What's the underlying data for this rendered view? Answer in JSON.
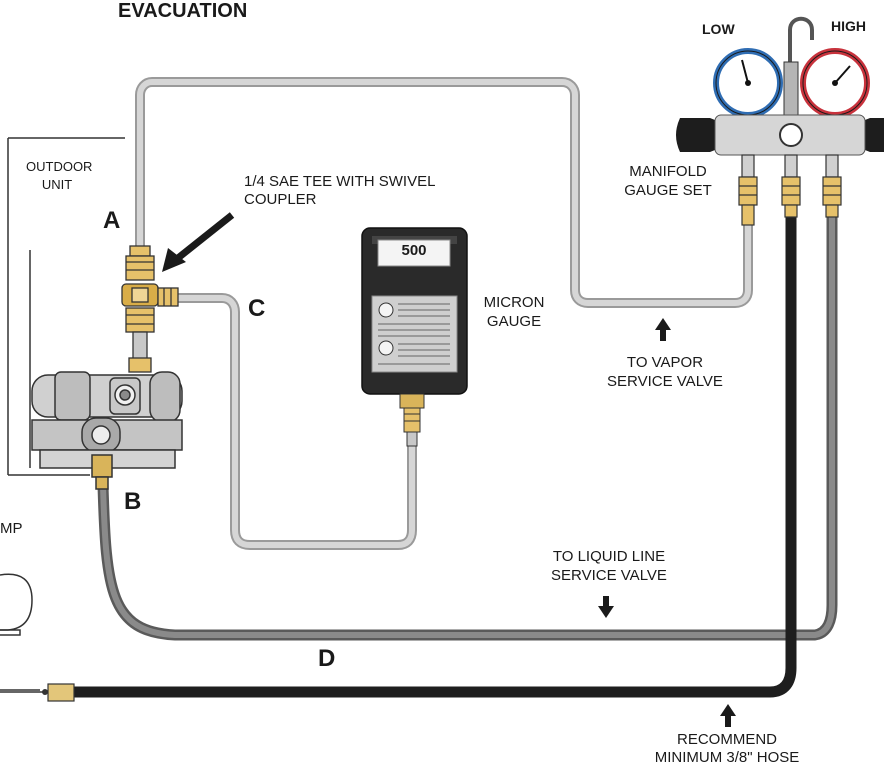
{
  "title": "EVACUATION",
  "outdoor_unit_label": [
    "OUTDOOR",
    "UNIT"
  ],
  "pump_fragment": "MP",
  "tee_label": [
    "1/4 SAE TEE WITH SWIVEL",
    "COUPLER"
  ],
  "point_labels": {
    "a": "A",
    "b": "B",
    "c": "C",
    "d": "D"
  },
  "micron_gauge": {
    "reading": "500",
    "label": [
      "MICRON",
      "GAUGE"
    ]
  },
  "manifold": {
    "low": "LOW",
    "high": "HIGH",
    "label": [
      "MANIFOLD",
      "GAUGE SET"
    ]
  },
  "vapor_note": [
    "TO VAPOR",
    "SERVICE VALVE"
  ],
  "liquid_note": [
    "TO LIQUID LINE",
    "SERVICE VALVE"
  ],
  "hose_note": [
    "RECOMMEND",
    "MINIMUM 3/8\" HOSE"
  ],
  "colors": {
    "low_gauge": "#2f6db3",
    "high_gauge": "#c8323c",
    "light_hose": "#c8c8c8",
    "mid_hose": "#6e6e6e",
    "dark_hose": "#1e1e1e",
    "brass": "#d9b45a"
  }
}
